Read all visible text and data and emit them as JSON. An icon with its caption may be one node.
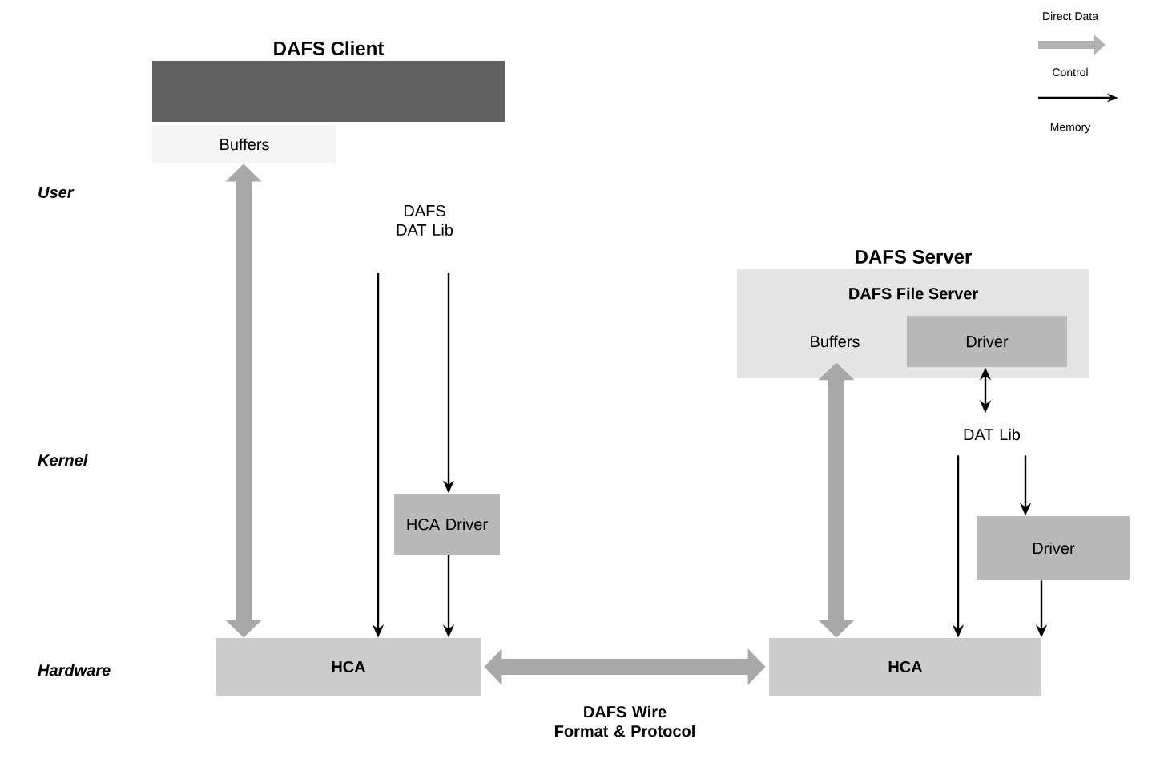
{
  "diagram": {
    "nodes": [
      {
        "text": [
          "DAFS Client"
        ]
      },
      {
        "text": [
          "Buffers"
        ]
      },
      {
        "text": [
          "DAFS DAT Lib"
        ]
      },
      {
        "text": [
          "HCA Driver"
        ]
      },
      {
        "text": [
          "HCA"
        ]
      },
      {
        "text": [
          "DAFS Server",
          "DAFS File Server"
        ]
      },
      {
        "text": [
          "Buffers"
        ],
        "in": 5
      },
      {
        "text": [
          "Driver"
        ],
        "in": 5
      },
      {
        "text": [
          "DAT Lib"
        ]
      },
      {
        "text": [
          "Driver"
        ]
      },
      {
        "text": [
          "HCA"
        ]
      }
    ],
    "edges": [
      {
        "from": 1,
        "to": 4,
        "arrow": "both",
        "style": "thick",
        "color": "#a8a8a8"
      },
      {
        "from": 2,
        "to": 4,
        "arrow": "to"
      },
      {
        "from": 2,
        "to": 3,
        "arrow": "to"
      },
      {
        "from": 3,
        "to": 4,
        "arrow": "to"
      },
      {
        "from": 4,
        "to": 10,
        "arrow": "both",
        "style": "thick",
        "color": "#a8a8a8",
        "label": "DAFS Wire Format & Protocol"
      },
      {
        "from": 6,
        "to": 10,
        "arrow": "both",
        "style": "thick",
        "color": "#a8a8a8"
      },
      {
        "from": 7,
        "to": 8,
        "arrow": "both"
      },
      {
        "from": 8,
        "to": 10,
        "arrow": "to"
      },
      {
        "from": 8,
        "to": 9,
        "arrow": "to"
      },
      {
        "from": 9,
        "to": 10,
        "arrow": "to"
      }
    ],
    "labels": [
      "User",
      "Kernel",
      "Hardware"
    ],
    "legend": [
      {
        "text": "Direct Data"
      },
      {
        "text": "Control"
      },
      {
        "text": "Memory"
      }
    ]
  }
}
